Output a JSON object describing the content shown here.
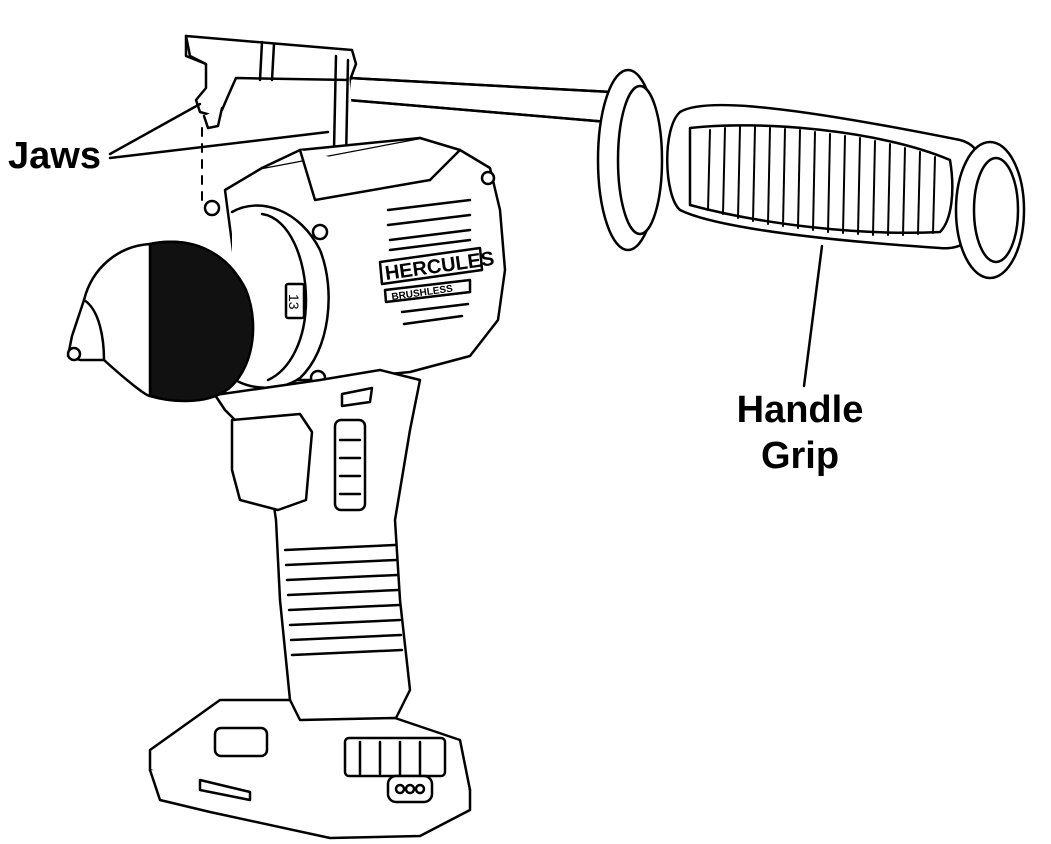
{
  "callouts": {
    "jaws": "Jaws",
    "handle_grip_line1": "Handle",
    "handle_grip_line2": "Grip"
  },
  "drill_markings": {
    "brand": "HERCULES",
    "subtitle": "BRUSHLESS",
    "clutch_number": "13"
  },
  "colors": {
    "line": "#000000",
    "fill": "#ffffff",
    "knurl": "#111111"
  }
}
